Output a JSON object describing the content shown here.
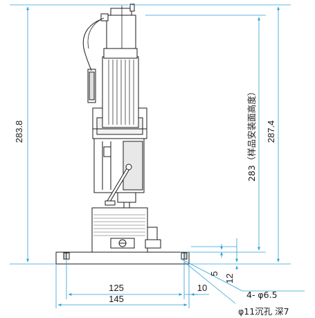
{
  "dimensions": {
    "total_height_left": "283.8",
    "total_height_right": "287.4",
    "sample_mount_height": "283（样品安装面高度）",
    "base_thickness_a": "5",
    "base_thickness_b": "12",
    "hole_pitch": "125",
    "edge_offset": "10",
    "base_length": "145"
  },
  "notes": {
    "holes": "4- φ6.5",
    "counterbore": "φ11沉孔 深7"
  },
  "colors": {
    "dimension_line": "#2a9fd6",
    "outline": "#1a1a1a",
    "shade": "#b8b8b8"
  }
}
